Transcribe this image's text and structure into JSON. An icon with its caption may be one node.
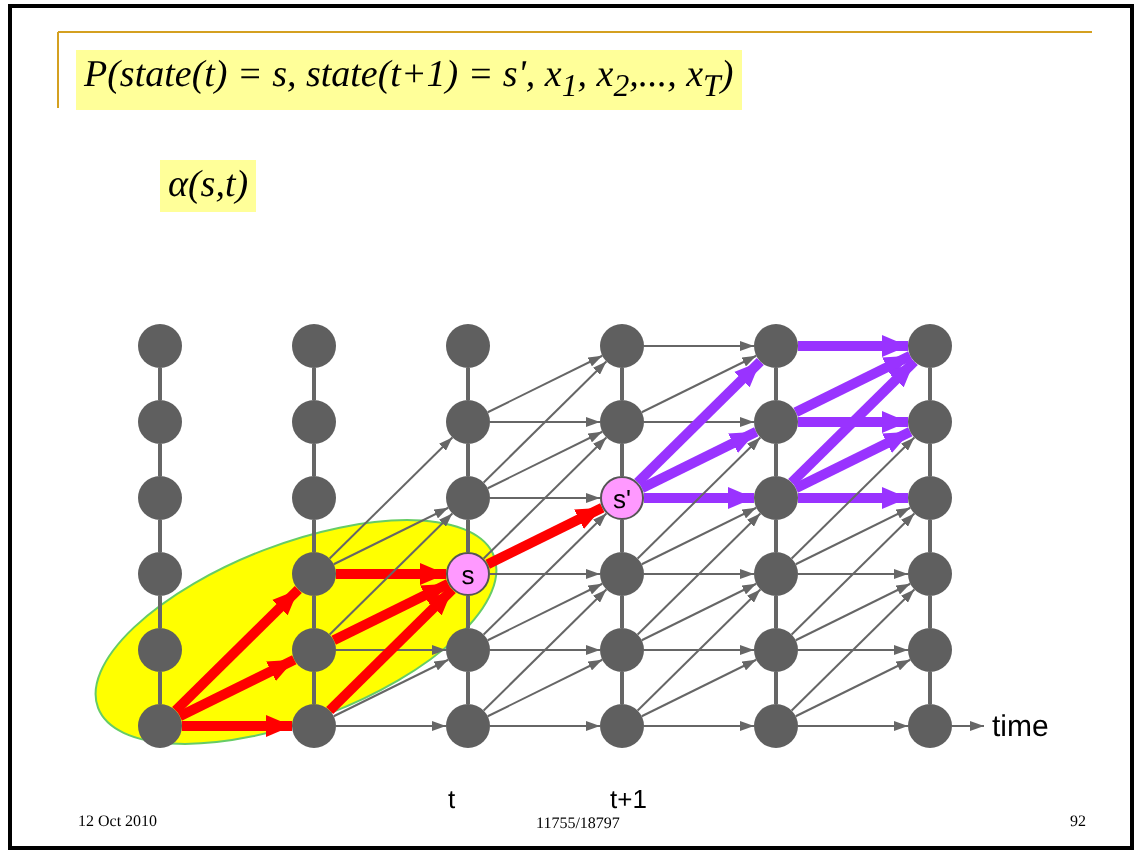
{
  "diagram": {
    "title": "P(state(t) = s, state(t+1) = s', x$_{1}$, x$_{2}$,..., x$_{T}$)",
    "nodes": [
      {
        "text": [],
        "shape": "circle"
      },
      {
        "text": [],
        "shape": "circle"
      },
      {
        "text": [],
        "shape": "circle"
      },
      {
        "text": [],
        "shape": "circle"
      },
      {
        "text": [],
        "shape": "circle"
      },
      {
        "text": [],
        "shape": "circle"
      },
      {
        "text": [],
        "shape": "circle"
      },
      {
        "text": [],
        "shape": "circle"
      },
      {
        "text": [],
        "shape": "circle"
      },
      {
        "text": [],
        "shape": "circle"
      },
      {
        "text": [],
        "shape": "circle"
      },
      {
        "text": [],
        "shape": "circle"
      },
      {
        "text": [],
        "shape": "circle"
      },
      {
        "text": [],
        "shape": "circle"
      },
      {
        "text": [],
        "shape": "circle"
      },
      {
        "text": [
          "s"
        ]
      },
      {
        "text": [],
        "shape": "circle"
      },
      {
        "text": [],
        "shape": "circle"
      },
      {
        "text": [],
        "shape": "circle"
      },
      {
        "text": [],
        "shape": "circle"
      },
      {
        "text": [
          "s'"
        ]
      },
      {
        "text": [],
        "shape": "circle"
      },
      {
        "text": [],
        "shape": "circle"
      },
      {
        "text": [],
        "shape": "circle"
      },
      {
        "text": [],
        "shape": "circle"
      },
      {
        "text": [],
        "shape": "circle"
      },
      {
        "text": [],
        "shape": "circle"
      },
      {
        "text": [],
        "shape": "circle"
      },
      {
        "text": [],
        "shape": "circle"
      },
      {
        "text": [],
        "shape": "circle"
      },
      {
        "text": [],
        "shape": "circle"
      },
      {
        "text": [],
        "shape": "circle"
      },
      {
        "text": [],
        "shape": "circle"
      },
      {
        "text": [],
        "shape": "circle"
      },
      {
        "text": [],
        "shape": "circle"
      },
      {
        "text": [],
        "shape": "circle"
      }
    ],
    "edges": [
      {
        "from": 0,
        "to": 1,
        "arrow": "none"
      },
      {
        "from": 1,
        "to": 2,
        "arrow": "none"
      },
      {
        "from": 2,
        "to": 3,
        "arrow": "none"
      },
      {
        "from": 3,
        "to": 4,
        "arrow": "none"
      },
      {
        "from": 4,
        "to": 5,
        "arrow": "none"
      },
      {
        "from": 6,
        "to": 7,
        "arrow": "none"
      },
      {
        "from": 7,
        "to": 8,
        "arrow": "none"
      },
      {
        "from": 8,
        "to": 9,
        "arrow": "none"
      },
      {
        "from": 9,
        "to": 10,
        "arrow": "none"
      },
      {
        "from": 10,
        "to": 11,
        "arrow": "none"
      },
      {
        "from": 12,
        "to": 13,
        "arrow": "none"
      },
      {
        "from": 13,
        "to": 14,
        "arrow": "none"
      },
      {
        "from": 14,
        "to": 15,
        "arrow": "none"
      },
      {
        "from": 15,
        "to": 16,
        "arrow": "none"
      },
      {
        "from": 16,
        "to": 17,
        "arrow": "none"
      },
      {
        "from": 18,
        "to": 19,
        "arrow": "none"
      },
      {
        "from": 19,
        "to": 20,
        "arrow": "none"
      },
      {
        "from": 20,
        "to": 21,
        "arrow": "none"
      },
      {
        "from": 21,
        "to": 22,
        "arrow": "none"
      },
      {
        "from": 22,
        "to": 23,
        "arrow": "none"
      },
      {
        "from": 24,
        "to": 25,
        "arrow": "none"
      },
      {
        "from": 25,
        "to": 26,
        "arrow": "none"
      },
      {
        "from": 26,
        "to": 27,
        "arrow": "none"
      },
      {
        "from": 27,
        "to": 28,
        "arrow": "none"
      },
      {
        "from": 28,
        "to": 29,
        "arrow": "none"
      },
      {
        "from": 30,
        "to": 31,
        "arrow": "none"
      },
      {
        "from": 31,
        "to": 32,
        "arrow": "none"
      },
      {
        "from": 32,
        "to": 33,
        "arrow": "none"
      },
      {
        "from": 33,
        "to": 34,
        "arrow": "none"
      },
      {
        "from": 34,
        "to": 35,
        "arrow": "none"
      },
      {
        "from": 5,
        "to": 11,
        "arrow": "to",
        "style": "thick",
        "color": "#ff0000"
      },
      {
        "from": 5,
        "to": 10,
        "arrow": "to",
        "style": "thick",
        "color": "#ff0000"
      },
      {
        "from": 5,
        "to": 9,
        "arrow": "to",
        "style": "thick",
        "color": "#ff0000"
      },
      {
        "from": 9,
        "to": 15,
        "arrow": "to",
        "style": "thick",
        "color": "#ff0000"
      },
      {
        "from": 9,
        "to": 14,
        "arrow": "to"
      },
      {
        "from": 9,
        "to": 13,
        "arrow": "to"
      },
      {
        "from": 10,
        "to": 16,
        "arrow": "to"
      },
      {
        "from": 10,
        "to": 15,
        "arrow": "to",
        "style": "thick",
        "color": "#ff0000"
      },
      {
        "from": 10,
        "to": 14,
        "arrow": "to"
      },
      {
        "from": 11,
        "to": 17,
        "arrow": "to"
      },
      {
        "from": 11,
        "to": 16,
        "arrow": "to"
      },
      {
        "from": 11,
        "to": 15,
        "arrow": "to",
        "style": "thick",
        "color": "#ff0000"
      },
      {
        "from": 13,
        "to": 19,
        "arrow": "to"
      },
      {
        "from": 13,
        "to": 18,
        "arrow": "to"
      },
      {
        "from": 14,
        "to": 20,
        "arrow": "to"
      },
      {
        "from": 14,
        "to": 19,
        "arrow": "to"
      },
      {
        "from": 14,
        "to": 18,
        "arrow": "to"
      },
      {
        "from": 15,
        "to": 21,
        "arrow": "to"
      },
      {
        "from": 15,
        "to": 20,
        "arrow": "to",
        "style": "thick",
        "color": "#ff0000"
      },
      {
        "from": 15,
        "to": 19,
        "arrow": "to"
      },
      {
        "from": 16,
        "to": 22,
        "arrow": "to"
      },
      {
        "from": 16,
        "to": 21,
        "arrow": "to"
      },
      {
        "from": 16,
        "to": 20,
        "arrow": "to"
      },
      {
        "from": 17,
        "to": 23,
        "arrow": "to"
      },
      {
        "from": 17,
        "to": 22,
        "arrow": "to"
      },
      {
        "from": 17,
        "to": 21,
        "arrow": "to"
      },
      {
        "from": 18,
        "to": 24,
        "arrow": "to"
      },
      {
        "from": 19,
        "to": 25,
        "arrow": "to"
      },
      {
        "from": 19,
        "to": 24,
        "arrow": "to"
      },
      {
        "from": 20,
        "to": 26,
        "arrow": "to",
        "style": "thick",
        "color": "#9933ff"
      },
      {
        "from": 20,
        "to": 25,
        "arrow": "to",
        "style": "thick",
        "color": "#9933ff"
      },
      {
        "from": 20,
        "to": 24,
        "arrow": "to",
        "style": "thick",
        "color": "#9933ff"
      },
      {
        "from": 21,
        "to": 27,
        "arrow": "to"
      },
      {
        "from": 21,
        "to": 26,
        "arrow": "to"
      },
      {
        "from": 21,
        "to": 25,
        "arrow": "to"
      },
      {
        "from": 22,
        "to": 28,
        "arrow": "to"
      },
      {
        "from": 22,
        "to": 27,
        "arrow": "to"
      },
      {
        "from": 22,
        "to": 26,
        "arrow": "to"
      },
      {
        "from": 23,
        "to": 29,
        "arrow": "to"
      },
      {
        "from": 23,
        "to": 28,
        "arrow": "to"
      },
      {
        "from": 23,
        "to": 27,
        "arrow": "to"
      },
      {
        "from": 24,
        "to": 30,
        "arrow": "to",
        "style": "thick",
        "color": "#9933ff"
      },
      {
        "from": 25,
        "to": 31,
        "arrow": "to",
        "style": "thick",
        "color": "#9933ff"
      },
      {
        "from": 25,
        "to": 30,
        "arrow": "to",
        "style": "thick",
        "color": "#9933ff"
      },
      {
        "from": 26,
        "to": 32,
        "arrow": "to",
        "style": "thick",
        "color": "#9933ff"
      },
      {
        "from": 26,
        "to": 31,
        "arrow": "to",
        "style": "thick",
        "color": "#9933ff"
      },
      {
        "from": 26,
        "to": 30,
        "arrow": "to",
        "style": "thick",
        "color": "#9933ff"
      },
      {
        "from": 27,
        "to": 33,
        "arrow": "to"
      },
      {
        "from": 27,
        "to": 32,
        "arrow": "to"
      },
      {
        "from": 27,
        "to": 31,
        "arrow": "to"
      },
      {
        "from": 28,
        "to": 34,
        "arrow": "to"
      },
      {
        "from": 28,
        "to": 33,
        "arrow": "to"
      },
      {
        "from": 28,
        "to": 32,
        "arrow": "to"
      },
      {
        "from": 29,
        "to": 35,
        "arrow": "to"
      },
      {
        "from": 29,
        "to": 34,
        "arrow": "to"
      },
      {
        "from": 29,
        "to": 33,
        "arrow": "to"
      }
    ],
    "labels": [
      "α(s,t)",
      "time",
      "t",
      "t+1",
      "12 Oct 2010",
      "11755/18797",
      "92"
    ]
  }
}
